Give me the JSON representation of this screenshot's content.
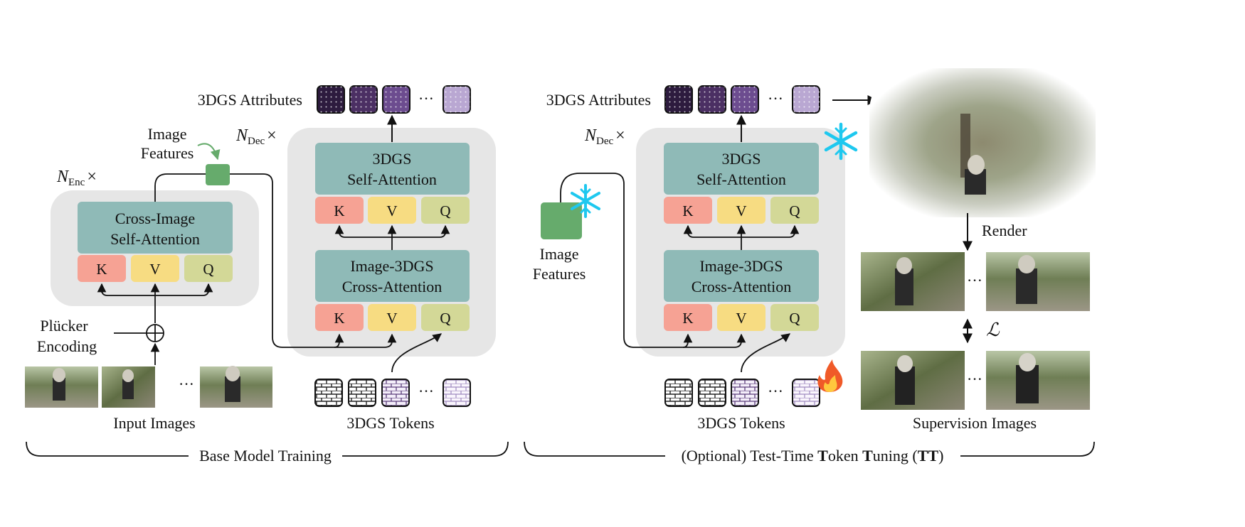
{
  "colors": {
    "panel": "#e6e6e6",
    "attention_block": "#8fbab7",
    "key": "#f6a294",
    "value": "#f7dc82",
    "query": "#d3d897",
    "image_feature": "#66ab6c",
    "token_purple_dark": "#2d1b3e",
    "token_purple_mid": "#5a3d7a",
    "token_purple_light": "#b9a7d2",
    "freeze": "#1ec8ef",
    "fire": "#f05a28"
  },
  "left": {
    "attributes_label": "3DGS Attributes",
    "ellipsis": "···",
    "n_dec": "N",
    "n_dec_sub": "Dec",
    "n_enc": "N",
    "n_enc_sub": "Enc",
    "times": "×",
    "image_features_line1": "Image",
    "image_features_line2": "Features",
    "encoder_title_line1": "Cross-Image",
    "encoder_title_line2": "Self-Attention",
    "self_attn_line1": "3DGS",
    "self_attn_line2": "Self-Attention",
    "cross_attn_line1": "Image-3DGS",
    "cross_attn_line2": "Cross-Attention",
    "k": "K",
    "v": "V",
    "q": "Q",
    "plucker_line1": "Plücker",
    "plucker_line2": "Encoding",
    "input_images_label": "Input Images",
    "tokens_label": "3DGS Tokens",
    "bracket_label": "Base Model Training"
  },
  "right": {
    "attributes_label": "3DGS Attributes",
    "ellipsis": "···",
    "n_dec": "N",
    "n_dec_sub": "Dec",
    "times": "×",
    "image_features_line1": "Image",
    "image_features_line2": "Features",
    "self_attn_line1": "3DGS",
    "self_attn_line2": "Self-Attention",
    "cross_attn_line1": "Image-3DGS",
    "cross_attn_line2": "Cross-Attention",
    "k": "K",
    "v": "V",
    "q": "Q",
    "render_label": "Render",
    "loss_symbol": "ℒ",
    "tokens_label": "3DGS Tokens",
    "supervision_label": "Supervision Images",
    "bracket_prefix": "(Optional) Test-Time ",
    "bracket_T1": "T",
    "bracket_oken": "oken ",
    "bracket_T2": "T",
    "bracket_uning": "uning (",
    "bracket_TT": "TT",
    "bracket_close": ")"
  }
}
